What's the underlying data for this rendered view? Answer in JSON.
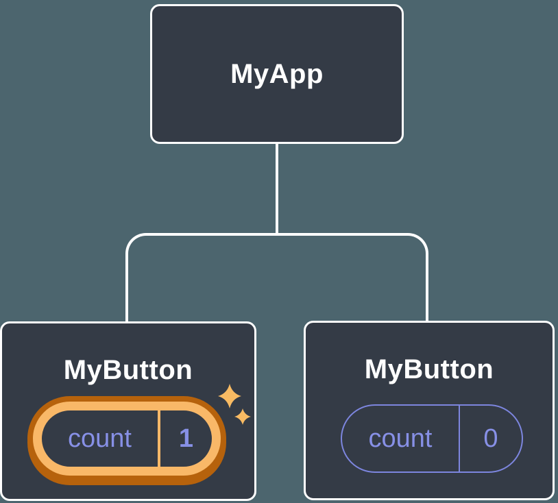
{
  "colors": {
    "background": "#4c656e",
    "node-fill": "#343b46",
    "stroke": "#ffffff",
    "label": "#ffffff",
    "purple": "#8790e6",
    "purple-border": "#7d86df",
    "gold-light": "#f9b868",
    "gold-dark": "#b6620c",
    "sparkle": "#f9bb63"
  },
  "icons": {
    "sparkles": "✦"
  },
  "tree": {
    "root": {
      "label": "MyApp"
    },
    "children": [
      {
        "label": "MyButton",
        "state": {
          "name": "count",
          "value": "1"
        },
        "highlighted": true
      },
      {
        "label": "MyButton",
        "state": {
          "name": "count",
          "value": "0"
        },
        "highlighted": false
      }
    ]
  }
}
